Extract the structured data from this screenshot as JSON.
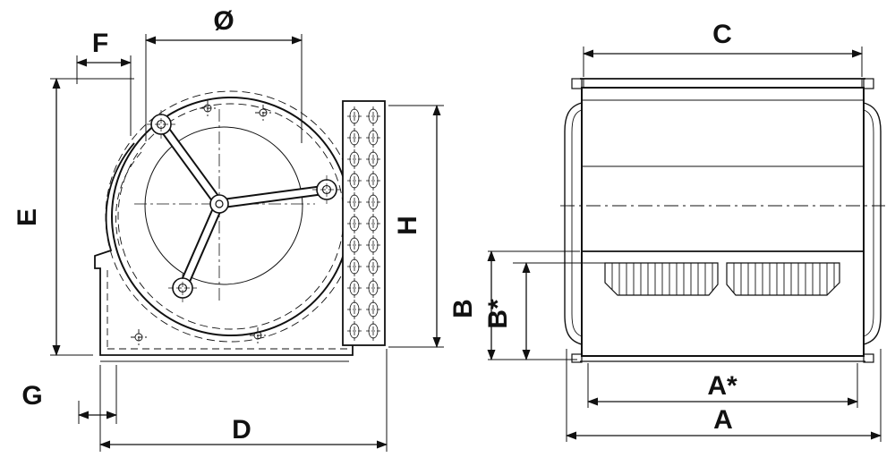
{
  "colors": {
    "ink": "#111111",
    "background": "#ffffff"
  },
  "left_view": {
    "dims": {
      "diameter": "Ø",
      "f": "F",
      "e": "E",
      "g": "G",
      "d": "D",
      "h": "H"
    }
  },
  "right_view": {
    "dims": {
      "c": "C",
      "b": "B",
      "b_star": "B*",
      "a_star": "A*",
      "a": "A"
    }
  }
}
